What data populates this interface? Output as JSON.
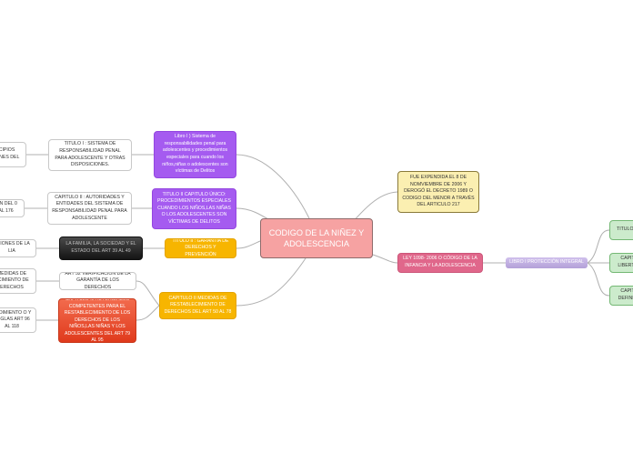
{
  "center": {
    "label": "CODIGO DE LA NIÑEZ Y ADOLESCENCIA"
  },
  "nodes": {
    "libro1": "Libro I ) Sistema de responsabilidades penal para adolescentes y procedimientos especiales para cuando los niños,niñas o adolescentes son víctimas de Delitos",
    "titulo2_cap_unico": "TITULO II CAPITULO ÚNICO: PROCEDIMIENTOS ESPECIALES CUANDO LOS NIÑOS,LAS NIÑAS O LOS ADOLESCENTES SON VÍCTIMAS DE DELITOS",
    "titulo2_garantia": "TITULO II : GARANTÍA DE DERECHOS Y PREVENCIÓN",
    "capitulo2_medidas": "CAPITULO II MEDIDAS DE RESTABLECIMIENTO DE DERECHOS DEL ART 50 AL 78",
    "titulo1_sistema": "TITULO I : SISTEMA DE RESPONSABILIDAD PENAL PARA ADOLESCENTE Y OTRAS DISPOSICIONES.",
    "capitulo2_autoridades": "CAPITULO II : AUTORIDADES Y ENTIDADES DEL SISTEMA DE RESPONSABILIDAD PENAL PARA ADOLESCENTE",
    "familia_sociedad": "LA FAMILIA, LA SOCIEDAD Y EL ESTADO DEL ART 39 AL 49",
    "art52": "ART 52 VERIFICACIÓN DE LA GARANTÍA DE LOS DERECHOS",
    "capitulo3_autoridades": "CAPITULO III AUTORIDADES COMPETENTES PARA EL RESTABLECIMIENTO DE LOS DERECHOS DE LOS NIÑOS,LAS NIÑAS Y LOS ADOLESCENTES DEL ART 79 AL 95",
    "left_1": "CIPIOS IONES DEL",
    "left_2": "IÓN DEL 0 AL 176",
    "left_3": "ACIONES DE LA LIA",
    "left_4": "MEDIDAS DE ECIMIENTO DE ERECHOS",
    "left_5": "CEDIMIENTO O Y REGLAS ART 96 AL 118",
    "ley1098": "FUE EXPENDIDA EL 8 DE NOMVIEMBRE DE 2006 Y DEROGÓ EL DECRETO 1989 O CODIGO DEL MENOR A TRAVÉS DEL ARTICULO 217",
    "ley_intro": "LEY 1098- 2006 O CÓDIGO DE LA INFANCIA Y LA ADOLESCENCIA",
    "libro1_proteccion": "LIBRO I PROTECCIÓN INTEGRAL",
    "right_1": "TITULO G",
    "right_2": "CAPIT LIBERTA",
    "right_3": "CAPIT DEFINIC"
  },
  "colors": {
    "center": "#f6a2a2",
    "purple": "#a55bf0",
    "orange": "#f7b500",
    "pink": "#e0678b",
    "red": "#e03a1c",
    "yellow": "#fbefb1",
    "green": "#ccebcc",
    "link": "#b0b0b0"
  }
}
